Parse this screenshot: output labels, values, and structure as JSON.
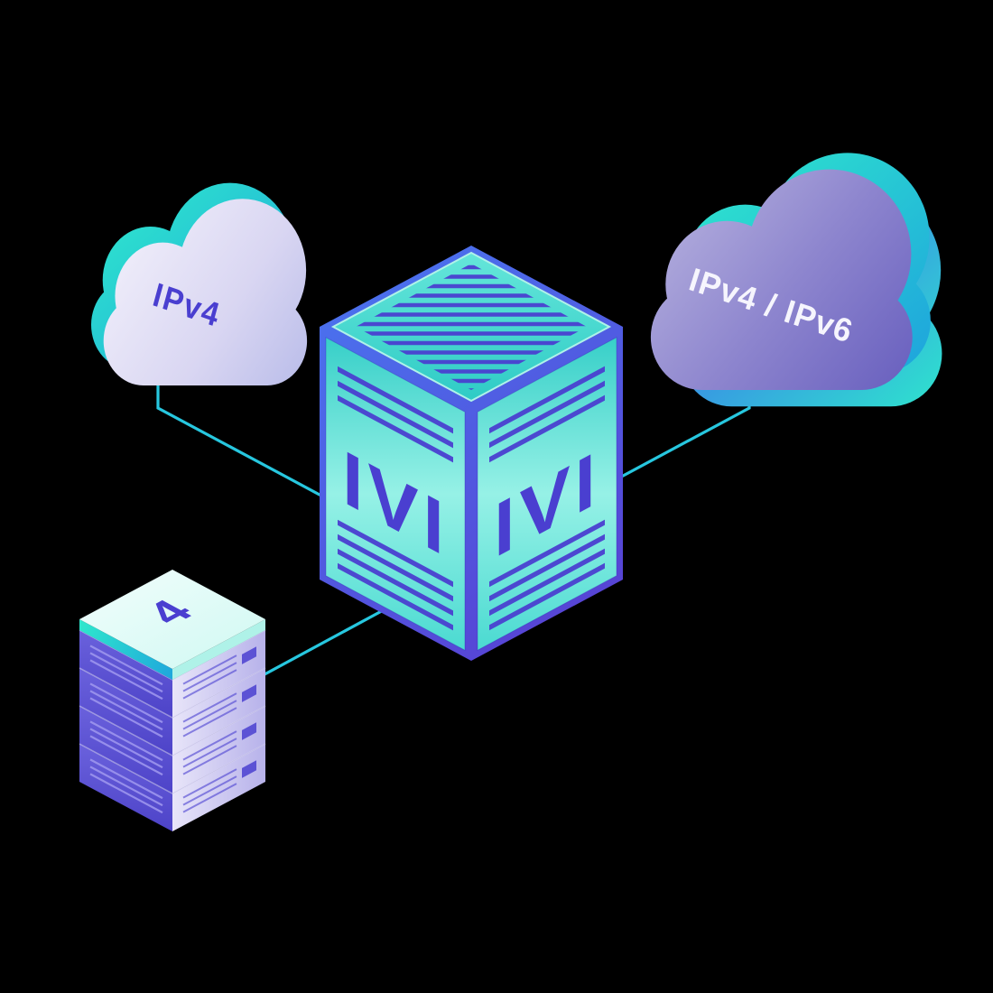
{
  "background": "#000000",
  "nodes": {
    "ipv4_cloud": {
      "label": "IPv4"
    },
    "dual_stack_cloud": {
      "label": "IPv4 / IPv6"
    },
    "translator_cube": {
      "front_left_label": "IVI",
      "front_right_label": "IVI"
    },
    "server_stack": {
      "label": "4",
      "unit_count": 4
    }
  },
  "colors": {
    "background": "#000000",
    "line_cyan": "#27C7DF",
    "indigo": "#4A3FD0",
    "blue": "#4A72EE",
    "purple": "#5743D4",
    "teal": "#2EE5CD",
    "teal_blue": "#1FA7DC",
    "back_blue": "#3E6BEF",
    "mint": "#AFF2E8",
    "white_text": "#F6F5FD",
    "vent_light": "#9C95ED",
    "cloud_lav_1": "#EFEDFA",
    "cloud_lav_2": "#D9D6F2",
    "cloud_lav_3": "#B9BCE9",
    "cloud_pur_1": "#B5B0DE",
    "cloud_pur_2": "#8D85CE",
    "cloud_pur_3": "#685FBE",
    "top_teal_1": "#63E5D9",
    "top_teal_2": "#30CCC6",
    "face_teal_1": "#36CFC8",
    "face_teal_2": "#96F1E6",
    "face_teal_3": "#4ADAD1",
    "stack_left_1": "#6A61DC",
    "stack_left_2": "#4D43C8",
    "stack_right_1": "#E8E5F9",
    "stack_right_2": "#B7B2EA",
    "stack_top_1": "#F2FEFC",
    "stack_top_2": "#CFF8F2"
  }
}
